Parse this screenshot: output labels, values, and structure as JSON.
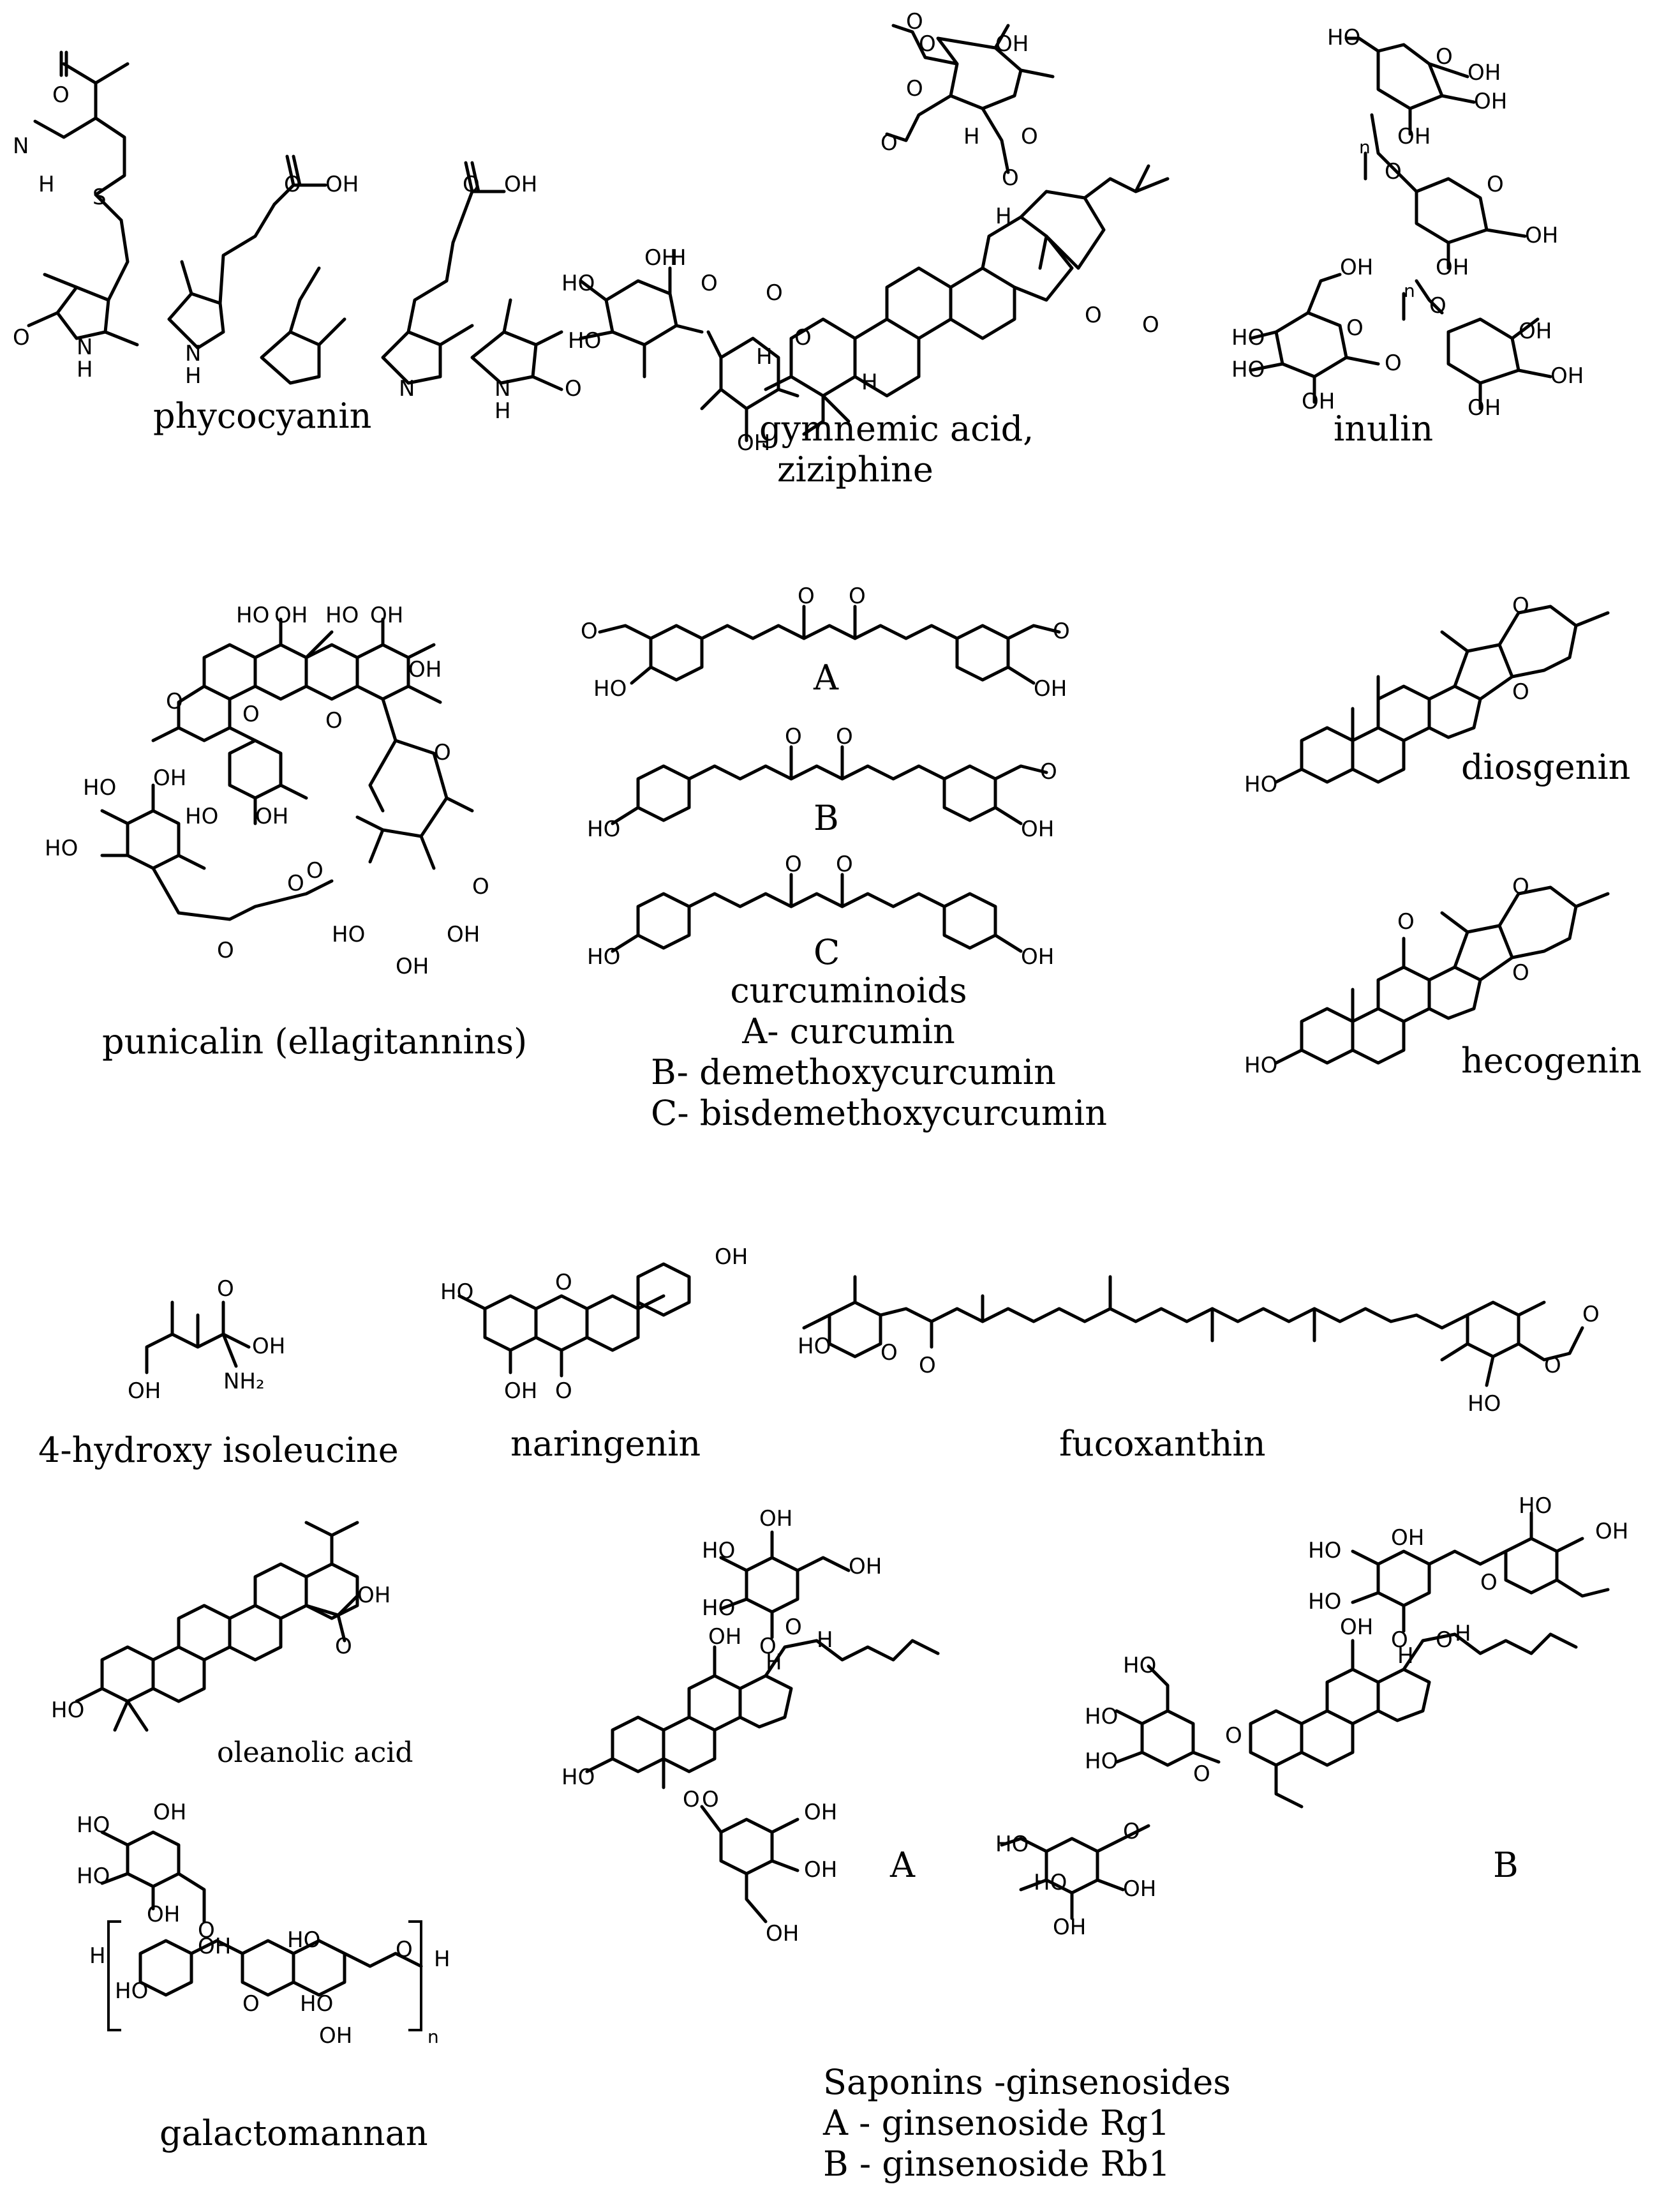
{
  "figure": {
    "compounds": {
      "phycocyanin": {
        "name": "phycocyanin"
      },
      "gymnemic_acid": {
        "line1": "gymnemic acid,",
        "line2": "ziziphine"
      },
      "inulin": {
        "name": "inulin"
      },
      "punicalin": {
        "name": "punicalin (ellagitannins)"
      },
      "curcuminoids": {
        "letter_a": "A",
        "letter_b": "B",
        "letter_c": "C",
        "title": "curcuminoids",
        "a": "A- curcumin",
        "b": "B- demethoxycurcumin",
        "c": "C- bisdemethoxycurcumin"
      },
      "diosgenin": {
        "name": "diosgenin"
      },
      "hecogenin": {
        "name": "hecogenin"
      },
      "hydroxy_isoleucine": {
        "name": "4-hydroxy isoleucine"
      },
      "naringenin": {
        "name": "naringenin"
      },
      "fucoxanthin": {
        "name": "fucoxanthin"
      },
      "oleanolic_acid": {
        "name": "oleanolic acid"
      },
      "galactomannan": {
        "name": "galactomannan"
      },
      "ginsenosides": {
        "letter_a": "A",
        "letter_b": "B",
        "title": "Saponins -ginsenosides",
        "a": "A - ginsenoside Rg1",
        "b": "B - ginsenoside Rb1"
      }
    },
    "atom_labels": {
      "OH": "OH",
      "HO": "HO",
      "O": "O",
      "N": "N",
      "H": "H",
      "NH": "NH",
      "S": "S",
      "OOH": "OH",
      "NH2": "NH₂",
      "n": "n"
    }
  }
}
